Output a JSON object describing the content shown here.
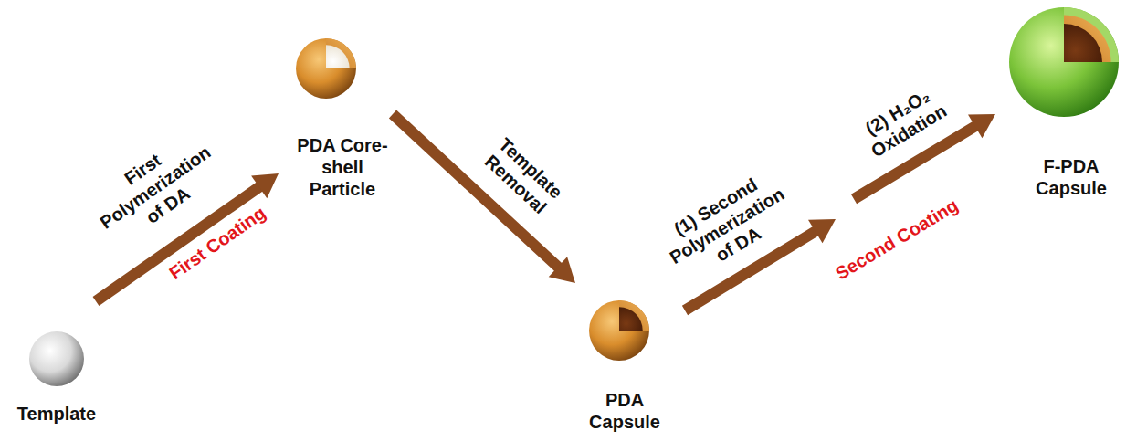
{
  "diagram": {
    "nodes": [
      {
        "text": [
          "Template"
        ]
      },
      {
        "text": [
          "PDA Core-shell Particle"
        ]
      },
      {
        "text": [
          "PDA Capsule"
        ]
      },
      {
        "text": [
          "F-PDA Capsule"
        ]
      }
    ],
    "edges": [
      {
        "from": 0,
        "to": 1,
        "arrow": "to",
        "label": "First Polymerization of DA"
      },
      {
        "from": 1,
        "to": 2,
        "arrow": "to",
        "label": "Template Removal"
      },
      {
        "from": 2,
        "to": 3,
        "arrow": "to",
        "label": "(1) Second Polymerization of DA"
      }
    ],
    "labels": [
      "First Coating",
      "(2) H₂O₂ Oxidation",
      "Second Coating"
    ]
  }
}
